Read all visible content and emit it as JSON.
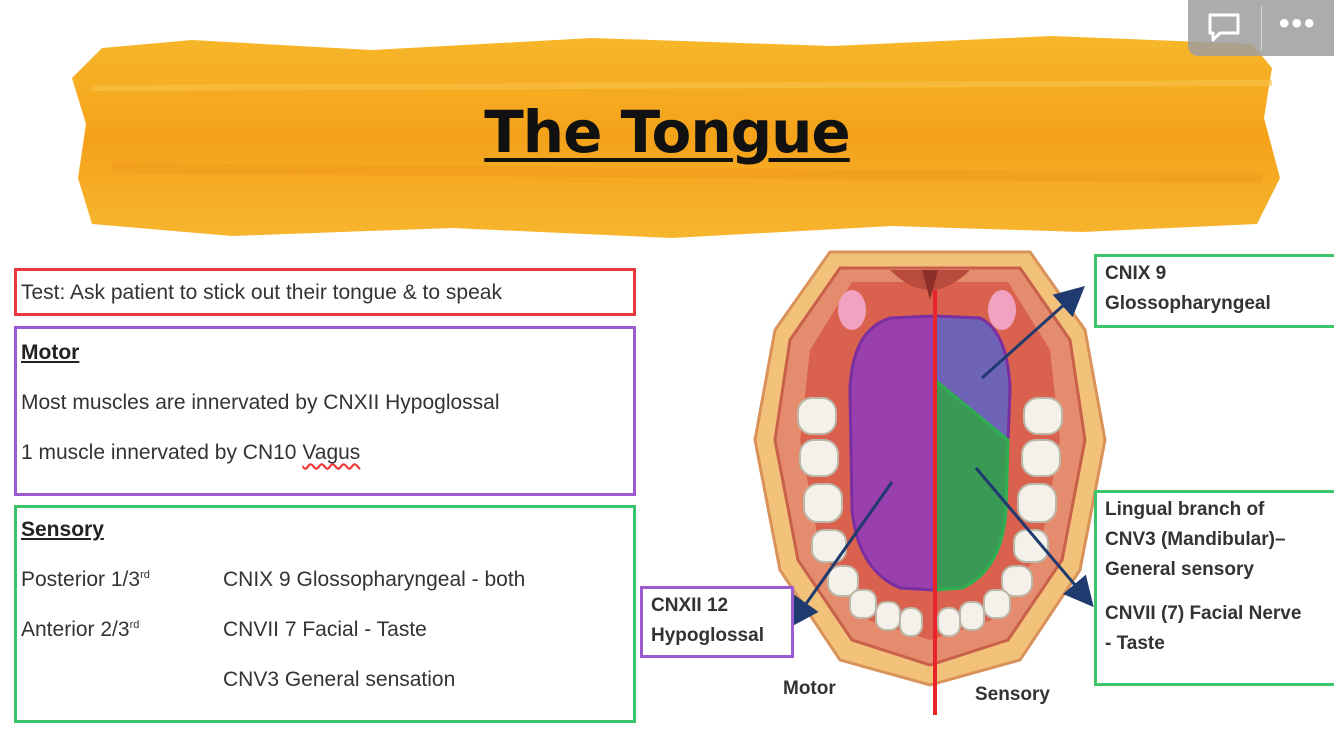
{
  "slide": {
    "title": "The Tongue"
  },
  "toolbar": {
    "comment_icon": "speech-bubble-icon",
    "more_label": "•••"
  },
  "test_box": {
    "text": "Test: Ask patient to stick out their tongue & to speak"
  },
  "motor_box": {
    "heading": "Motor",
    "line1": "Most muscles are innervated by CNXII Hypoglossal",
    "line2_prefix": "1 muscle innervated by CN10 ",
    "line2_word": "Vagus"
  },
  "sensory_box": {
    "heading": "Sensory",
    "posterior_label": "Posterior 1/3",
    "posterior_sup": "rd",
    "posterior_value": "CNIX 9 Glossopharyngeal - both",
    "anterior_label": "Anterior 2/3",
    "anterior_sup": "rd",
    "anterior_value": "CNVII 7 Facial -  Taste",
    "general_value": "CNV3 General sensation"
  },
  "diagram_labels": {
    "cnix_line1": "CNIX 9",
    "cnix_line2": "Glossopharyngeal",
    "lingual_line1": "Lingual branch of",
    "lingual_line2": "CNV3 (Mandibular)–",
    "lingual_line3": "General sensory",
    "facial_line1": "CNVII (7) Facial Nerve",
    "facial_line2": "- Taste",
    "cnxii_line1": "CNXII 12",
    "cnxii_line2": "Hypoglossal",
    "motor_caption": "Motor",
    "sensory_caption": "Sensory"
  },
  "colors": {
    "banner_orange": "#f4a81c",
    "test_border": "#e83a3a",
    "motor_border": "#9b5ad0",
    "sensory_border": "#3bc46a",
    "tongue_purple": "#9a3fae",
    "tongue_blue": "#6f63b8",
    "tongue_green": "#3a9a55",
    "midline_red": "#e8232a",
    "arrow_navy": "#1f3a6e"
  }
}
